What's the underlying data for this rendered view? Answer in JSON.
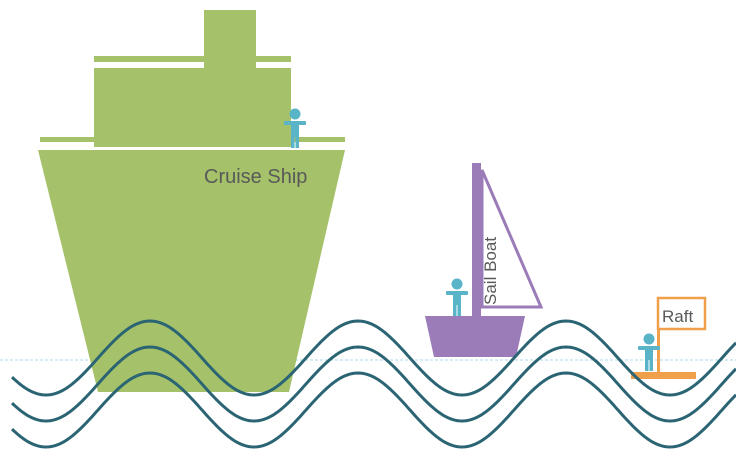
{
  "labels": {
    "cruise_ship": "Cruise Ship",
    "sail_boat": "Sail Boat",
    "raft": "Raft"
  },
  "colors": {
    "cruise_ship": "#a5c26a",
    "sail_boat": "#9b7bb8",
    "raft": "#f0a04b",
    "person": "#5ab4c8",
    "waves": "#2b6574",
    "water_line": "#a8d8e8",
    "label_text": "#595959"
  },
  "icons": {
    "person": "person-icon"
  }
}
